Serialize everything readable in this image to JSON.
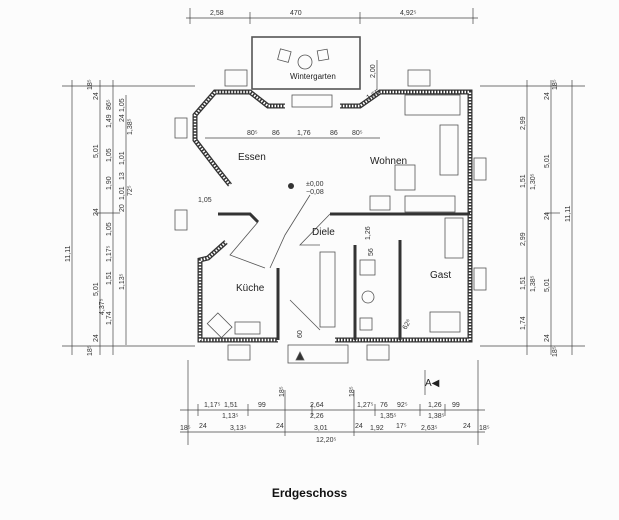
{
  "title": "Erdgeschoss",
  "rooms": {
    "wintergarten": "Wintergarten",
    "essen": "Essen",
    "wohnen": "Wohnen",
    "diele": "Diele",
    "kueche": "Küche",
    "gast": "Gast"
  },
  "level_marks": {
    "top": "±0,00",
    "bottom": "−0,08"
  },
  "section_marker": "A◀",
  "dims": {
    "top": [
      "2,58",
      "470",
      "4,92⁵"
    ],
    "wintergarten": [
      "2,00",
      "1,65"
    ],
    "inner_row": [
      "80⁵",
      "86",
      "1,76",
      "86",
      "80⁵"
    ],
    "misc": [
      "1,05",
      "1,26",
      "60",
      "56",
      "62⁶"
    ],
    "bottom_row1": [
      "1,17⁵",
      "1,51",
      "99",
      "18⁵",
      "2,64",
      "18⁵",
      "1,27⁵",
      "76",
      "92⁵",
      "1,26",
      "99"
    ],
    "bottom_row1_sub": [
      "1,13⁵",
      "2,26",
      "1,35⁵",
      "1,38⁵"
    ],
    "bottom_row2": [
      "18⁵",
      "24",
      "3,13⁵",
      "24",
      "3,01",
      "24",
      "1,92",
      "17⁵",
      "2,63⁵",
      "24",
      "18⁵"
    ],
    "bottom_total": "12,20⁵",
    "left_total": "11,11",
    "left_mid": [
      "18⁵",
      "24",
      "5,01",
      "24",
      "5,01",
      "24",
      "18⁵"
    ],
    "left_inner": [
      "86⁵",
      "1,49",
      "1,05",
      "1,90",
      "1,05",
      "1,17⁵",
      "4,37⁵",
      "1,51",
      "1,74"
    ],
    "left_inner2": [
      "1,05",
      "24",
      "1,01",
      "1,38⁵",
      "13",
      "1,01",
      "72⁵",
      "20",
      "1,13⁵"
    ],
    "right_total": "11,11",
    "right_mid": [
      "18⁵",
      "24",
      "5,01",
      "24",
      "5,01",
      "24",
      "18⁵"
    ],
    "right_inner": [
      "2,99",
      "1,51",
      "1,30⁵",
      "2,99",
      "1,51",
      "1,38⁵",
      "1,74"
    ]
  }
}
